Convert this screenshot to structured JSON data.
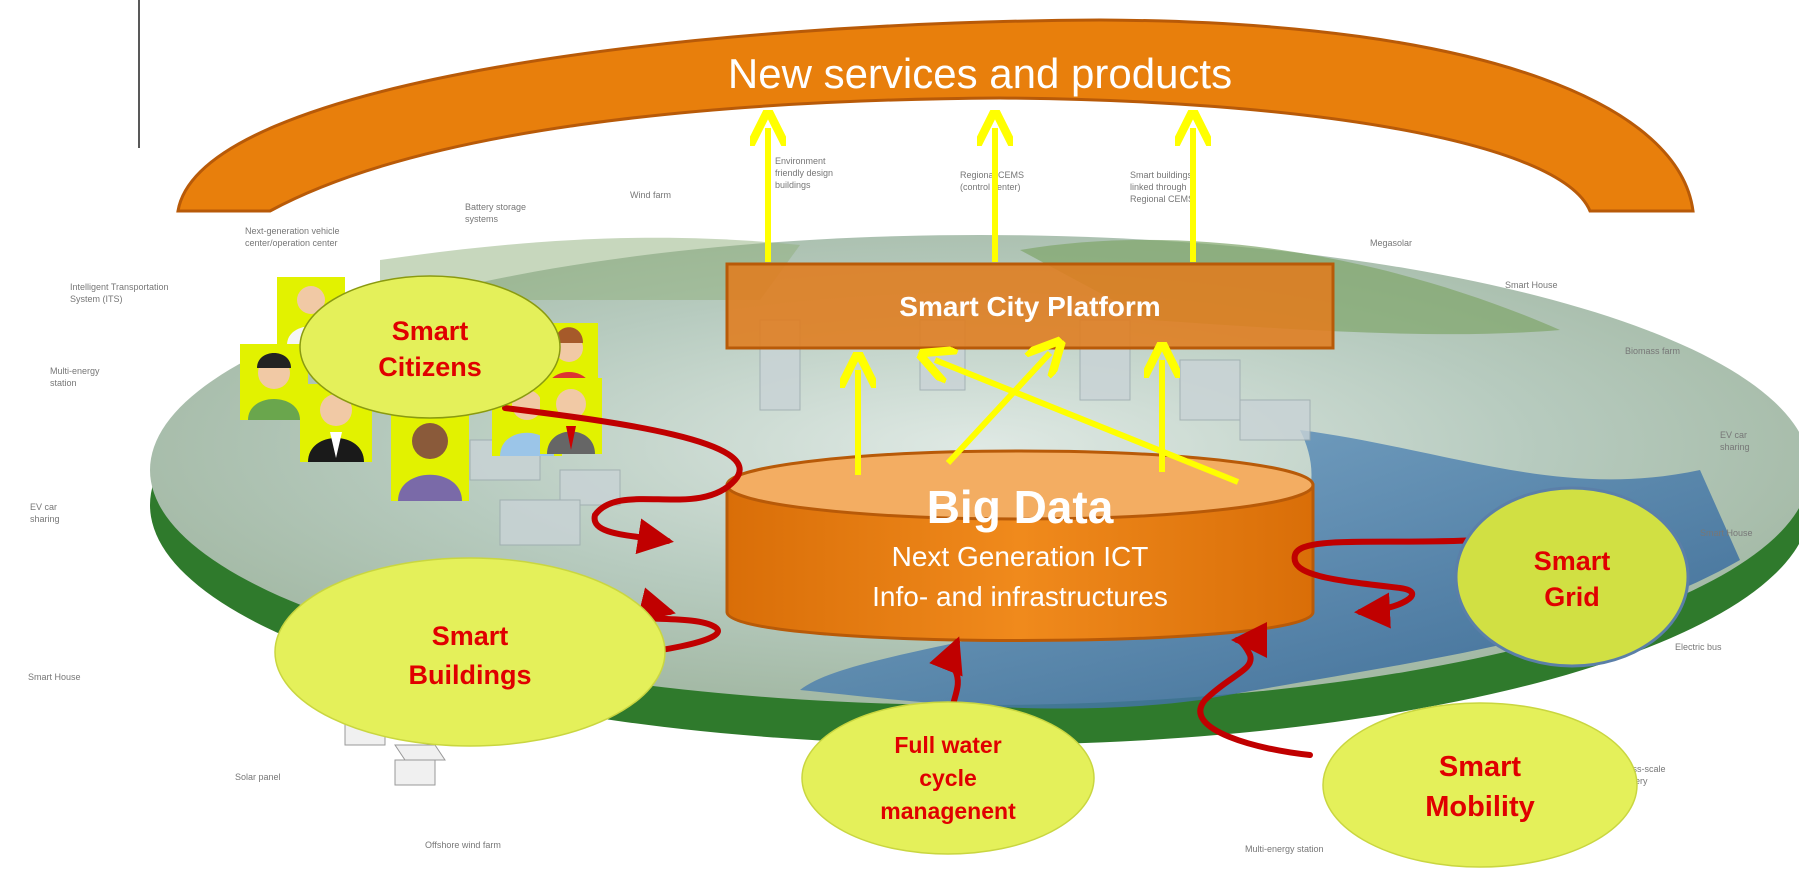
{
  "banner": {
    "title": "New services and products"
  },
  "platform": {
    "label": "Smart City Platform"
  },
  "big_data": {
    "title": "Big Data",
    "line1": "Next Generation ICT",
    "line2": "Info- and infrastructures"
  },
  "nodes": {
    "citizens": {
      "line1": "Smart",
      "line2": "Citizens"
    },
    "buildings": {
      "line1": "Smart",
      "line2": "Buildings"
    },
    "grid": {
      "line1": "Smart",
      "line2": "Grid"
    },
    "water": {
      "line1": "Full water",
      "line2": "cycle",
      "line3": "managenent"
    },
    "mobility": {
      "line1": "Smart",
      "line2": "Mobility"
    }
  },
  "colors": {
    "orange": "#e87f0c",
    "orange_dark": "#b85a08",
    "yellow_node": "#e4f05a",
    "arrow_yellow": "#ffff00",
    "arrow_red": "#c00000",
    "label_red": "#e00000",
    "grid_border": "#5b7fa8"
  }
}
